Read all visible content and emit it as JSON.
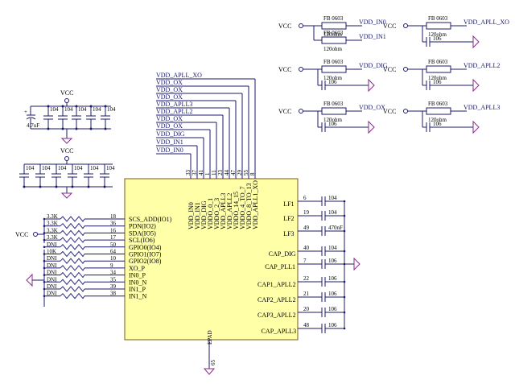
{
  "vcc_label": "VCC",
  "chip": {
    "top_pins": [
      "VDD_IN0",
      "VDD_IN1",
      "VDD_DIG",
      "VDDO_0_1",
      "VDDO_2_3",
      "VDD_APLL3",
      "VDD_APLL2",
      "VDDO_14_15",
      "VDDO_4_TO_7",
      "VDDO_8_TO_13",
      "VDD_APLL1_XO"
    ],
    "top_numbers": [
      "33",
      "37",
      "41",
      "1",
      "11",
      "23",
      "44",
      "47",
      "29",
      "55",
      "8"
    ],
    "left_pins": [
      {
        "num": "18",
        "name": "SCS_ADD(IO1)",
        "res": "3.3K"
      },
      {
        "num": "36",
        "name": "PDN(IO2)",
        "res": "3.3K"
      },
      {
        "num": "16",
        "name": "SDA(IO5)",
        "res": "3.3K"
      },
      {
        "num": "17",
        "name": "SCL(IO6)",
        "res": "3.3K"
      },
      {
        "num": "50",
        "name": "GPIO0(IO4)",
        "res": "DNI"
      },
      {
        "num": "64",
        "name": "GPIO1(IO7)",
        "res": "10K"
      },
      {
        "num": "10",
        "name": "GPIO2(IO8)",
        "res": "DNI"
      },
      {
        "num": "9",
        "name": "XO_P",
        "res": "DNI"
      },
      {
        "num": "34",
        "name": "IN0_P",
        "res": "DNI"
      },
      {
        "num": "35",
        "name": "IN0_N",
        "res": "DNI"
      },
      {
        "num": "39",
        "name": "IN1_P",
        "res": "DNI"
      },
      {
        "num": "38",
        "name": "IN1_N",
        "res": "DNI"
      }
    ],
    "right_pins": [
      {
        "num": "6",
        "name": "LF1",
        "cap": "104"
      },
      {
        "num": "19",
        "name": "LF2",
        "cap": "104"
      },
      {
        "num": "49",
        "name": "LF3",
        "cap": "470nF"
      },
      {
        "num": "40",
        "name": "CAP_DIG",
        "cap": "104"
      },
      {
        "num": "7",
        "name": "CAP_PLL1",
        "cap": "106"
      },
      {
        "num": "22",
        "name": "CAP1_APLL2",
        "cap": "106"
      },
      {
        "num": "21",
        "name": "CAP2_APLL2",
        "cap": "106"
      },
      {
        "num": "20",
        "name": "CAP3_APLL2",
        "cap": "106"
      },
      {
        "num": "48",
        "name": "CAP_APLL3",
        "cap": "106"
      }
    ],
    "bottom_pin": {
      "name": "EPAD",
      "num": "65"
    }
  },
  "net_labels": [
    "VDD_APLL_XO",
    "VDD_OX",
    "VDD_OX",
    "VDD_OX",
    "VDD_APLL3",
    "VDD_APLL2",
    "VDD_OX",
    "VDD_OX",
    "VDD_DIG",
    "VDD_IN1",
    "VDD_IN0"
  ],
  "decoupling_top": {
    "caps": [
      "104",
      "104",
      "104",
      "104",
      "104"
    ],
    "bulk": "4.7uF"
  },
  "decoupling_bottom": {
    "caps": [
      "104",
      "104",
      "104",
      "104",
      "104",
      "104"
    ]
  },
  "filters": [
    {
      "ferrite": "FB 0603",
      "imp": "120ohm",
      "net": "VDD_IN0",
      "cap": ""
    },
    {
      "ferrite": "FB 0603",
      "imp": "120ohm",
      "net": "VDD_IN1",
      "cap": ""
    },
    {
      "ferrite": "FB 0603",
      "imp": "120ohm",
      "net": "VDD_DIG",
      "cap": "106"
    },
    {
      "ferrite": "FB 0603",
      "imp": "120ohm",
      "net": "VDD_OX",
      "cap": "106"
    },
    {
      "ferrite": "FB 0603",
      "imp": "120ohm",
      "net": "VDD_APLL_XO",
      "cap": "106"
    },
    {
      "ferrite": "FB 0603",
      "imp": "120ohm",
      "net": "VDD_APLL2",
      "cap": "106"
    },
    {
      "ferrite": "FB 0603",
      "imp": "120ohm",
      "net": "VDD_APLL3",
      "cap": "106"
    }
  ]
}
